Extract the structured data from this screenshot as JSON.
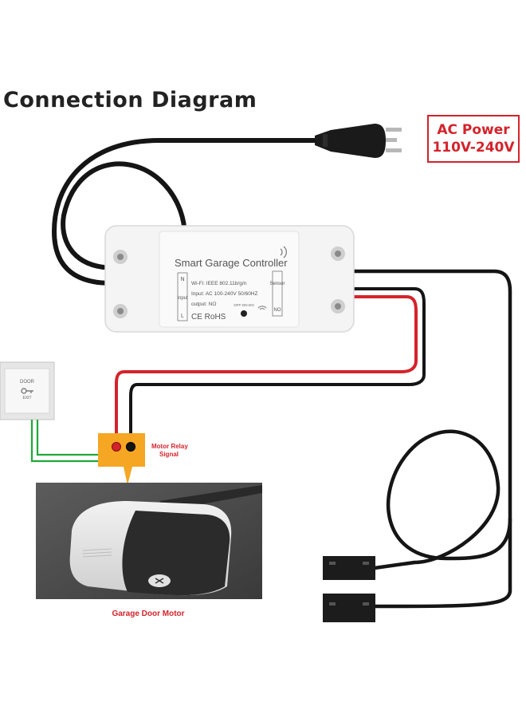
{
  "heading": "Connection  Diagram",
  "power": {
    "line1": "AC Power",
    "line2": "110V-240V"
  },
  "controller": {
    "title": "Smart Garage Controller",
    "wifi": "Wi-Fi: IEEE 802.11b/g/n",
    "input": "Input: AC 100-240V  50/60HZ",
    "output": "output: NO",
    "cert": "CE RoHS",
    "left_port": [
      "N",
      "Input",
      "L"
    ],
    "right_port": [
      "Sensor",
      "NO"
    ],
    "switch_label": "OFF-ON-DO"
  },
  "exit_button": {
    "line1": "DOOR",
    "line2": "EXIT"
  },
  "relay": {
    "line1": "Motor Relay",
    "line2": "Signal"
  },
  "motor_caption": "Garage Door Motor",
  "colors": {
    "red_accent": "#d4232b",
    "cable": "#151515",
    "green_wire": "#1fa83a",
    "relay_box": "#f5a623"
  }
}
